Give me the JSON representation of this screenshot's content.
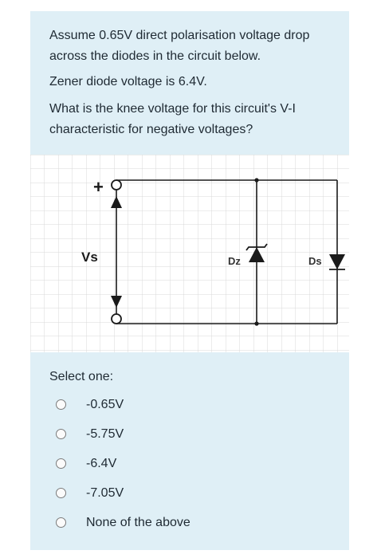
{
  "question": {
    "line1": "Assume 0.65V direct polarisation voltage drop across the diodes in the circuit below.",
    "line2": "Zener diode voltage is 6.4V.",
    "line3": "What is the knee voltage for this circuit's V-I characteristic for negative voltages?"
  },
  "circuit": {
    "plus_label": "+",
    "vs_label": "Vs",
    "dz_label": "Dz",
    "ds_label": "Ds",
    "wire_color": "#1a1a1a",
    "grid_color": "#d9d9d9"
  },
  "select_label": "Select one:",
  "options": [
    {
      "label": "-0.65V"
    },
    {
      "label": "-5.75V"
    },
    {
      "label": "-6.4V"
    },
    {
      "label": "-7.05V"
    },
    {
      "label": "None of the above"
    }
  ]
}
